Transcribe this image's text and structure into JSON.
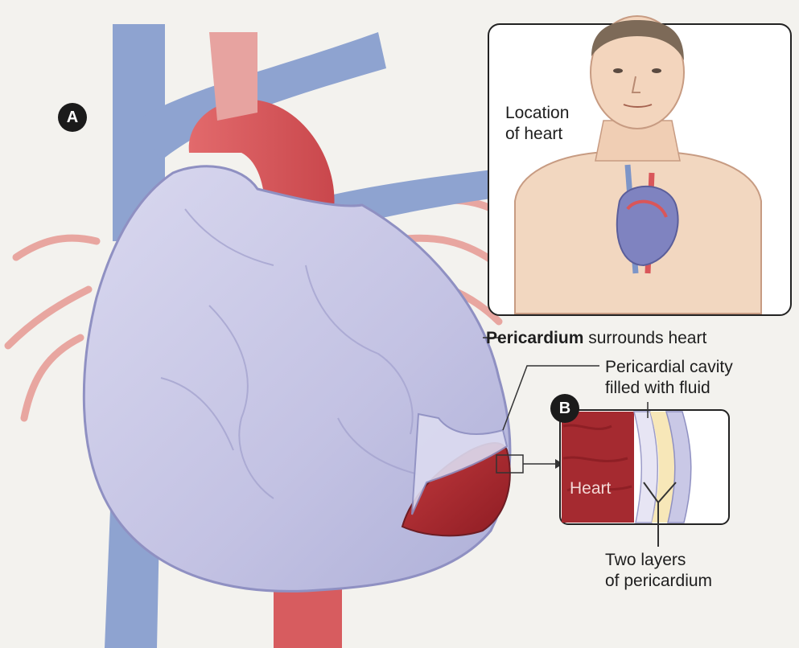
{
  "badges": {
    "a": "A",
    "b": "B"
  },
  "labels": {
    "location_line1": "Location",
    "location_line2": "of heart",
    "pericardium_bold": "Pericardium",
    "pericardium_rest": " surrounds heart",
    "cavity_line1": "Pericardial cavity",
    "cavity_line2": "filled with fluid",
    "inset_heart": "Heart",
    "layers_line1": "Two layers",
    "layers_line2": "of pericardium"
  },
  "colors": {
    "vein_blue": "#7d95c8",
    "artery_red": "#d9565a",
    "pericardium_lilac": "#c9c8e6",
    "heart_muscle": "#a8232b",
    "skin": "#f2d7c0",
    "fluid": "#f7e7b8"
  }
}
